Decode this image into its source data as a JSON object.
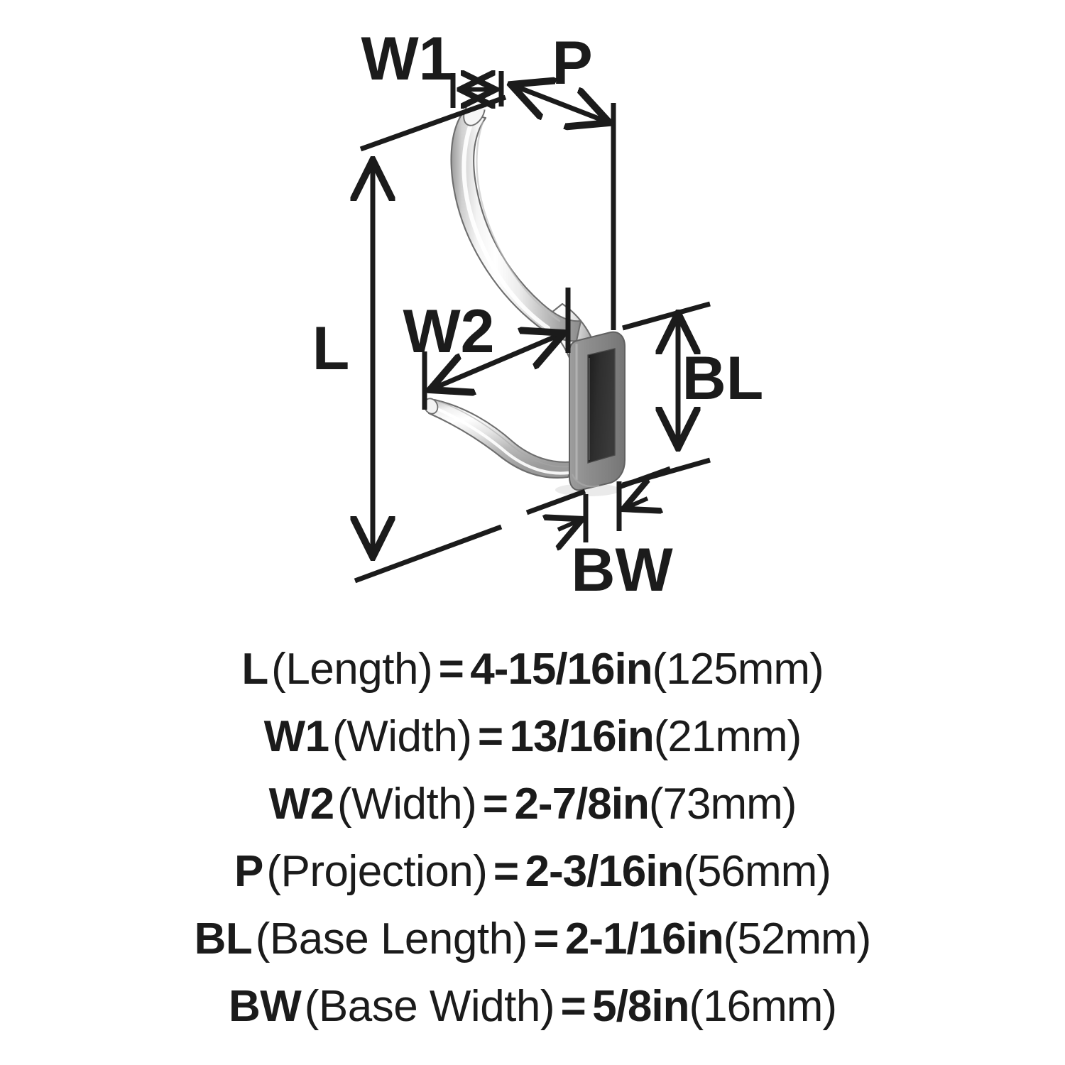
{
  "product": {
    "type": "double-prong-wall-hook",
    "finish": "polished-chrome"
  },
  "diagram": {
    "labels": {
      "length": "L",
      "width1": "W1",
      "width2": "W2",
      "projection": "P",
      "base_length": "BL",
      "base_width": "BW"
    }
  },
  "specs": [
    {
      "code": "L",
      "name": "(Length)",
      "eq": "=",
      "imperial": "4-15/16in",
      "metric": "(125mm)"
    },
    {
      "code": "W1",
      "name": "(Width)",
      "eq": "=",
      "imperial": "13/16in",
      "metric": "(21mm)"
    },
    {
      "code": "W2",
      "name": "(Width)",
      "eq": "=",
      "imperial": "2-7/8in",
      "metric": "(73mm)"
    },
    {
      "code": "P",
      "name": "(Projection)",
      "eq": "=",
      "imperial": "2-3/16in",
      "metric": "(56mm)"
    },
    {
      "code": "BL",
      "name": "(Base Length)",
      "eq": "=",
      "imperial": "2-1/16in",
      "metric": "(52mm)"
    },
    {
      "code": "BW",
      "name": "(Base Width)",
      "eq": "=",
      "imperial": "5/8in",
      "metric": "(16mm)"
    }
  ],
  "colors": {
    "line": "#1b1b1b",
    "text": "#1b1b1b",
    "background": "#ffffff",
    "metal_highlight": "#ffffff",
    "metal_mid": "#d8d8d8",
    "metal_shadow": "#8f8f8f",
    "metal_outline": "#6e6e6e",
    "base_plate": "#8a8a8a",
    "base_recess": "#262626"
  }
}
